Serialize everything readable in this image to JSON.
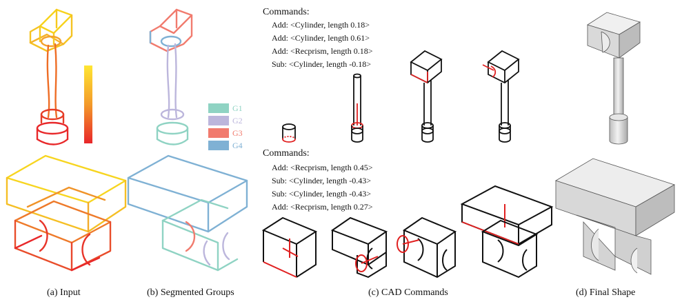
{
  "captions": {
    "a": "(a) Input",
    "b": "(b) Segmented Groups",
    "c": "(c) CAD Commands",
    "d": "(d) Final Shape"
  },
  "legend": [
    {
      "label": "G1",
      "color": "#8fd3c3"
    },
    {
      "label": "G2",
      "color": "#bcb6dc"
    },
    {
      "label": "G3",
      "color": "#f17b6e"
    },
    {
      "label": "G4",
      "color": "#7fb1d4"
    }
  ],
  "commands_top": {
    "title": "Commands:",
    "lines": [
      "Add: <Cylinder, length 0.18>",
      "Add: <Cylinder, length 0.61>",
      "Add: <Recprism, length 0.18>",
      "Sub: <Cylinder, length -0.18>"
    ]
  },
  "commands_bottom": {
    "title": "Commands:",
    "lines": [
      "Add: <Recprism, length 0.45>",
      "Sub: <Cylinder, length -0.43>",
      "Sub: <Cylinder, length -0.43>",
      "Add: <Recprism, length 0.27>"
    ]
  },
  "colors": {
    "stroke_black": "#111111",
    "stroke_red": "#e02020",
    "colorbar_top": "#ffe633",
    "colorbar_mid": "#f39a2a",
    "colorbar_bottom": "#e8262a",
    "shape_fill_light": "#e8e8e8",
    "shape_fill_mid": "#d2d2d2",
    "shape_fill_dark": "#b6b6b6"
  }
}
